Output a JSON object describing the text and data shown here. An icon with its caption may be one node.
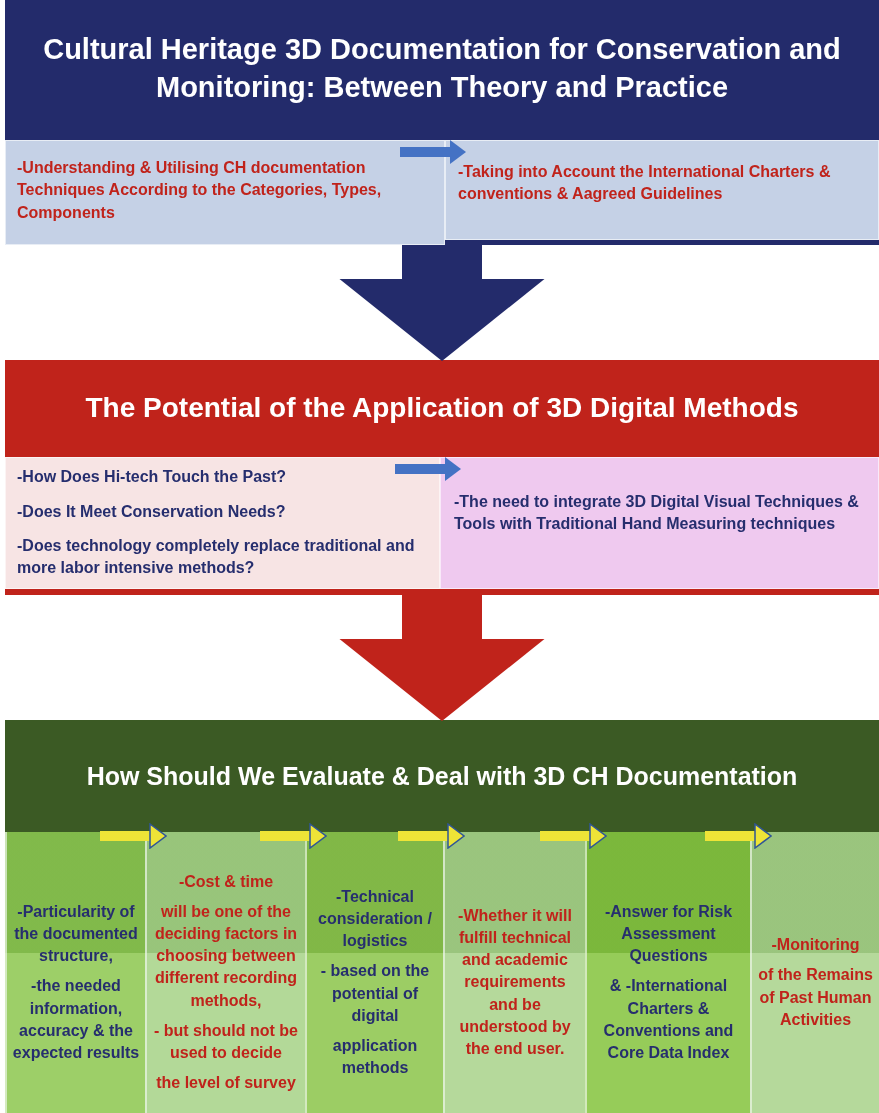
{
  "diagram": {
    "nodes": [
      {
        "text": [
          "Cultural Heritage 3D Documentation for Conservation and Monitoring: Between Theory and Practice"
        ]
      },
      {
        "text": [
          "-Understanding & Utilising CH documentation Techniques According to the Categories, Types, Components"
        ],
        "in": 0
      },
      {
        "text": [
          "-Taking into Account the International Charters & conventions & Aagreed Guidelines"
        ],
        "in": 0
      },
      {
        "text": [
          "The Potential of the Application of 3D Digital Methods"
        ]
      },
      {
        "text": [
          "-How Does Hi-tech Touch the Past?",
          "-Does It Meet Conservation Needs?",
          "-Does technology completely replace traditional and more labor intensive methods?"
        ],
        "in": 3
      },
      {
        "text": [
          "-The need to integrate 3D Digital Visual Techniques & Tools with Traditional Hand Measuring techniques"
        ],
        "in": 3
      },
      {
        "text": [
          "How Should We Evaluate & Deal with 3D CH Documentation"
        ]
      },
      {
        "text": [
          "-Particularity of the documented structure,",
          "-the needed information, accuracy & the expected results"
        ],
        "in": 6
      },
      {
        "text": [
          "-Cost & time",
          "will be one of the deciding factors in choosing between different recording methods,",
          "- but should not be used to decide",
          "the level of survey"
        ],
        "in": 6
      },
      {
        "text": [
          "-Technical consideration / logistics",
          "- based on the potential of digital",
          "application methods"
        ],
        "in": 6
      },
      {
        "text": [
          "-Whether it will fulfill technical and academic requirements and be understood by the end user."
        ],
        "in": 6
      },
      {
        "text": [
          "-Answer for Risk Assessment Questions",
          "& -International Charters & Conventions and Core Data Index"
        ],
        "in": 6
      },
      {
        "text": [
          "-Monitoring",
          "of the Remains of Past Human Activities"
        ],
        "in": 6
      }
    ],
    "edges": [
      {
        "from": 1,
        "to": 2,
        "arrow": "to",
        "color": "#4472c4"
      },
      {
        "from": 0,
        "to": 3,
        "arrow": "to",
        "style": "thick",
        "color": "#232b6b"
      },
      {
        "from": 4,
        "to": 5,
        "arrow": "to",
        "color": "#4472c4"
      },
      {
        "from": 3,
        "to": 6,
        "arrow": "to",
        "style": "thick",
        "color": "#c0231b"
      },
      {
        "from": 7,
        "to": 8,
        "arrow": "to"
      },
      {
        "from": 8,
        "to": 9,
        "arrow": "to"
      },
      {
        "from": 9,
        "to": 10,
        "arrow": "to"
      },
      {
        "from": 10,
        "to": 11,
        "arrow": "to"
      },
      {
        "from": 11,
        "to": 12,
        "arrow": "to"
      }
    ]
  }
}
